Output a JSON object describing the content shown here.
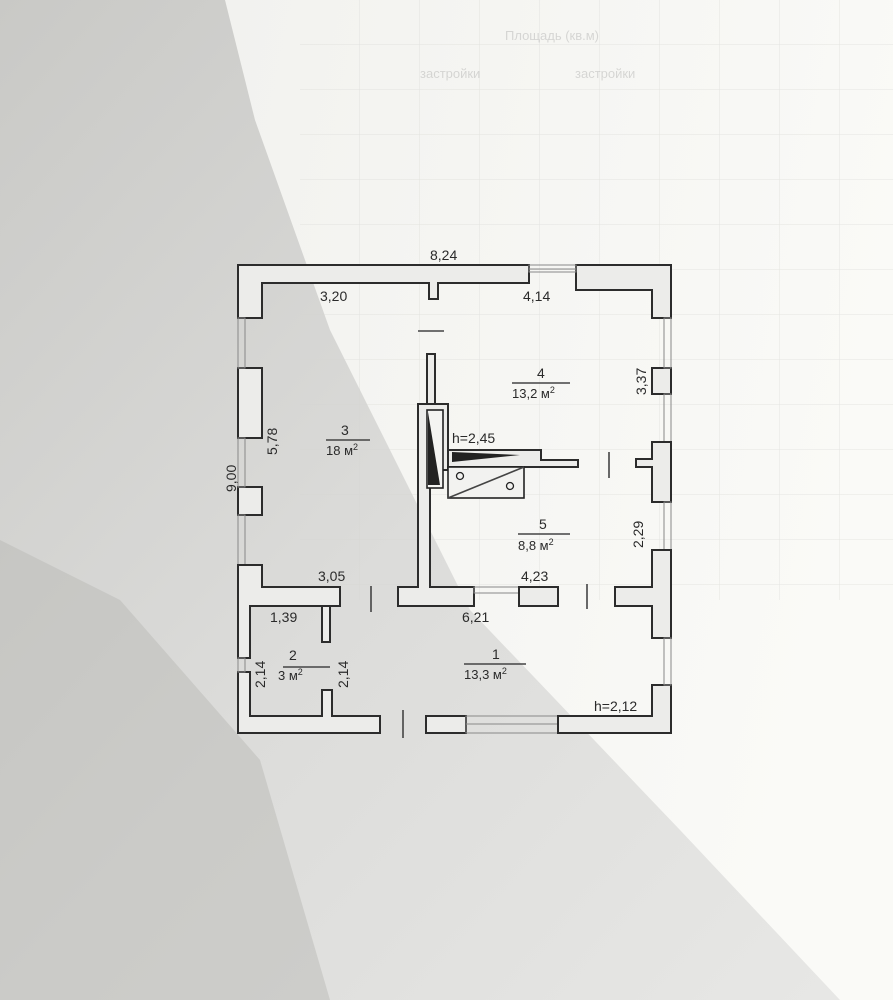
{
  "header_ghost": {
    "line1": "Площадь (кв.м)",
    "col_a": "застройки",
    "col_b": "застройки"
  },
  "dimensions": {
    "outer_width": "8,24",
    "outer_height": "9,00",
    "room3_width": "3,20",
    "room4_width": "4,14",
    "room3_height": "5,78",
    "room4_height": "3,37",
    "room5_height": "2,29",
    "corridor_left": "3,05",
    "corridor_right": "4,23",
    "room1_width": "6,21",
    "room2_width": "1,39",
    "room2_height_left": "2,14",
    "room2_height_right": "2,14",
    "ceiling_upper": "h=2,45",
    "ceiling_lower": "h=2,12"
  },
  "rooms": [
    {
      "number": "1",
      "area": "13,3 м",
      "sup": "2"
    },
    {
      "number": "2",
      "area": "3 м",
      "sup": "2"
    },
    {
      "number": "3",
      "area": "18 м",
      "sup": "2"
    },
    {
      "number": "4",
      "area": "13,2 м",
      "sup": "2"
    },
    {
      "number": "5",
      "area": "8,8 м",
      "sup": "2"
    }
  ]
}
